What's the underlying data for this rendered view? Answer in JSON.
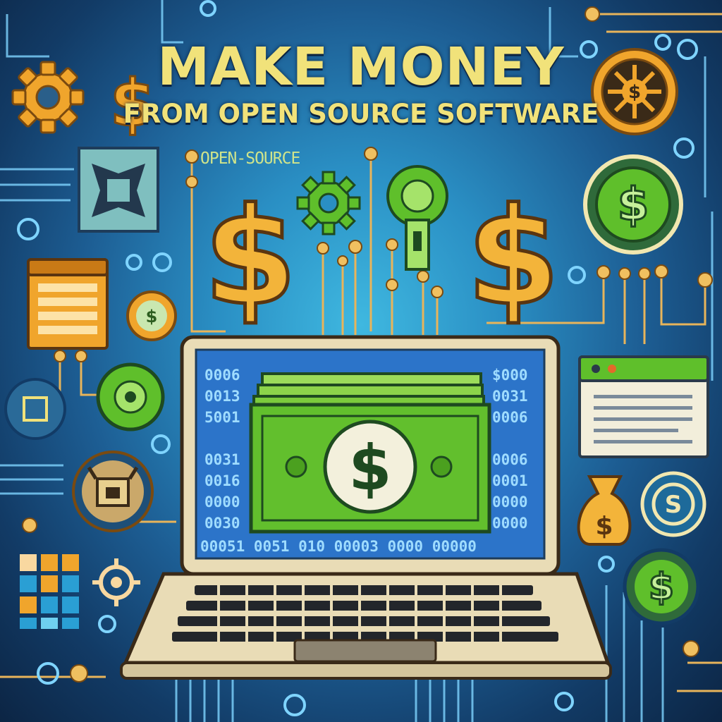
{
  "title": "MAKE MONEY",
  "subtitle": "FROM OPEN SOURCE SOFTWARE",
  "open_source_label": "OPEN-SOURCE",
  "screen_code_left": "0006\n0013\n5001\n\n0031\n0016\n0000\n0030",
  "screen_code_right": "$000\n0031\n0006\n\n0006\n0001\n0000\n0000",
  "screen_code_bottom": "00051 0051 010 00003 0000 00000",
  "icons": [
    "gear-icon",
    "dollar-icon",
    "laptop-icon",
    "cash-icon",
    "money-bag-icon",
    "coin-icon",
    "window-icon",
    "grid-icon",
    "circuit-icon"
  ],
  "colors": {
    "gold": "#f0a52c",
    "cash_green": "#5fbf2b",
    "title_yellow": "#f1e27a",
    "background_blue": "#2a8fc4"
  }
}
